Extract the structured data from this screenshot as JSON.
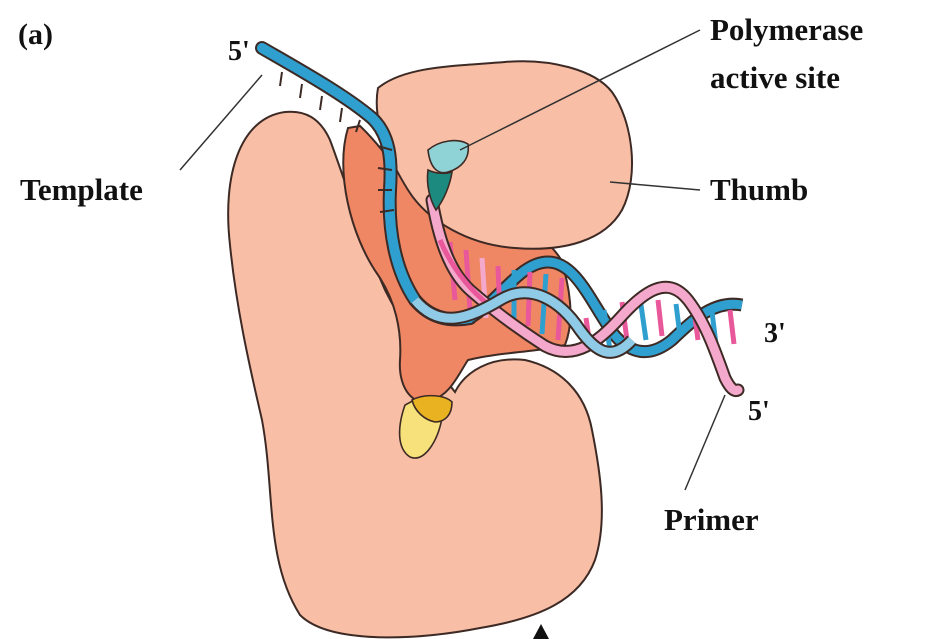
{
  "panel_label": "(a)",
  "labels": {
    "five_prime_top": "5'",
    "template": "Template",
    "polymerase_line1": "Polymerase",
    "polymerase_line2": "active site",
    "thumb": "Thumb",
    "three_prime": "3'",
    "five_prime_right": "5'",
    "primer": "Primer"
  },
  "colors": {
    "protein_body": "#f9bfa6",
    "protein_edge": "#3d2a25",
    "palm_region": "#f08764",
    "template_strand": "#2f9fcf",
    "template_light": "#8fcbe6",
    "primer_strand": "#e8589a",
    "primer_light": "#f4a8cb",
    "active_site": "#8fd3d6",
    "active_site_dark": "#1d8a80",
    "nucleotide": "#f7e17a",
    "nucleotide_dark": "#e8b220"
  }
}
